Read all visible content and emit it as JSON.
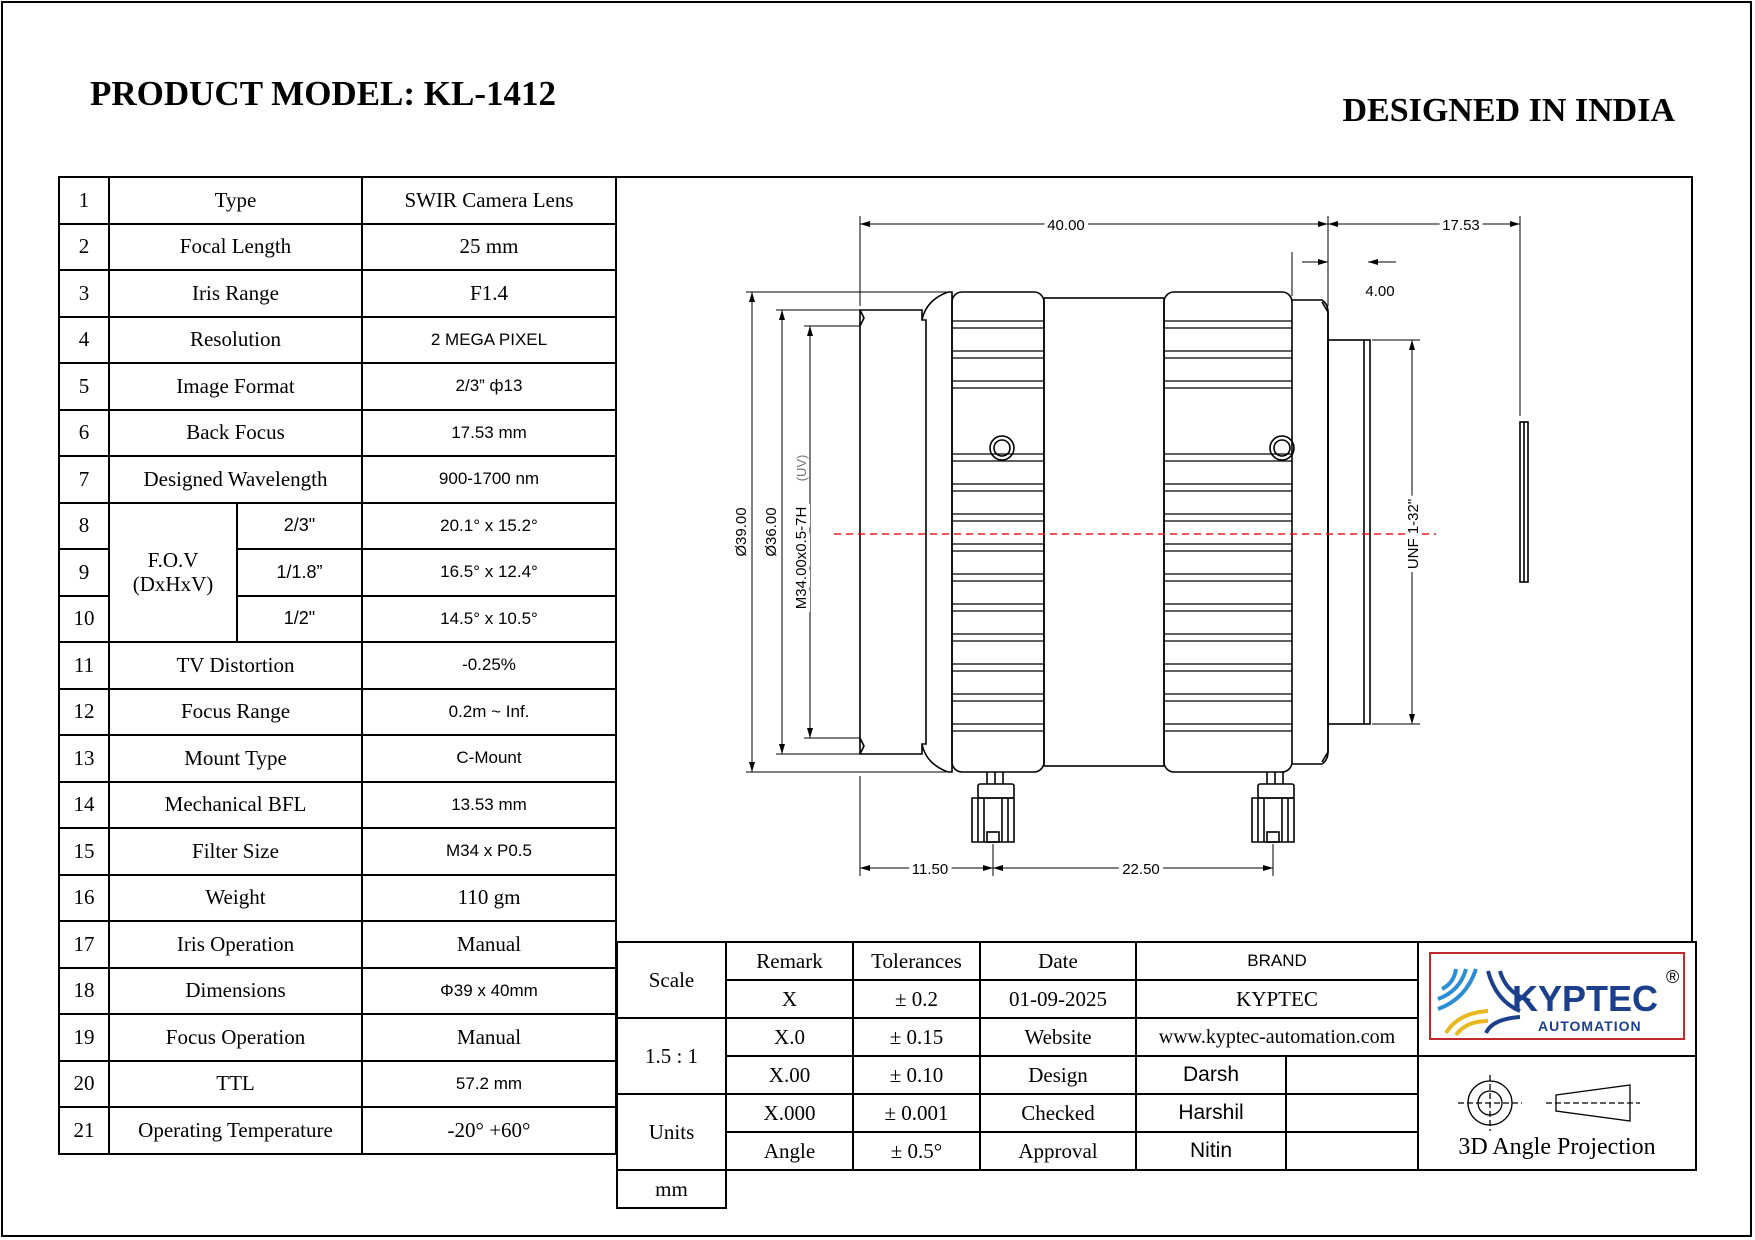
{
  "header": {
    "product_model": "PRODUCT MODEL: KL-1412",
    "designed_in": "DESIGNED IN INDIA"
  },
  "specs": [
    {
      "no": "1",
      "param": "Type",
      "value": "SWIR Camera Lens"
    },
    {
      "no": "2",
      "param": "Focal Length",
      "value": "25 mm"
    },
    {
      "no": "3",
      "param": "Iris Range",
      "value": "F1.4"
    },
    {
      "no": "4",
      "param": "Resolution",
      "value": "2 MEGA PIXEL"
    },
    {
      "no": "5",
      "param": "Image Format",
      "value": "2/3”  ф13"
    },
    {
      "no": "6",
      "param": "Back Focus",
      "value": "17.53 mm"
    },
    {
      "no": "7",
      "param": "Designed Wavelength",
      "value": "900-1700 nm"
    },
    {
      "no": "8",
      "param": "",
      "value": "20.1° x 15.2°"
    },
    {
      "no": "9",
      "param": "",
      "value": "16.5° x 12.4°"
    },
    {
      "no": "10",
      "param": "",
      "value": "14.5° x 10.5°"
    },
    {
      "no": "11",
      "param": "TV  Distortion",
      "value": "-0.25%"
    },
    {
      "no": "12",
      "param": "Focus Range",
      "value": "0.2m ~ Inf."
    },
    {
      "no": "13",
      "param": "Mount Type",
      "value": "C-Mount"
    },
    {
      "no": "14",
      "param": "Mechanical BFL",
      "value": "13.53 mm"
    },
    {
      "no": "15",
      "param": "Filter Size",
      "value": "M34 x P0.5"
    },
    {
      "no": "16",
      "param": "Weight",
      "value": "110 gm"
    },
    {
      "no": "17",
      "param": "Iris Operation",
      "value": "Manual"
    },
    {
      "no": "18",
      "param": "Dimensions",
      "value": "Φ39 x 40mm"
    },
    {
      "no": "19",
      "param": "Focus Operation",
      "value": "Manual"
    },
    {
      "no": "20",
      "param": "TTL",
      "value": "57.2 mm"
    },
    {
      "no": "21",
      "param": "Operating Temperature",
      "value": "-20° +60°"
    }
  ],
  "fov": {
    "label_line1": "F.O.V",
    "label_line2": "(DxHxV)",
    "formats": [
      "2/3\"",
      "1/1.8”",
      "1/2\""
    ]
  },
  "drawing": {
    "dim_length": "40.00",
    "dim_back_focus": "17.53",
    "dim_flange": "4.00",
    "dim_outer_dia": "Ø39.00",
    "dim_inner_dia": "Ø36.00",
    "dim_thread": "M34.00x0.5-7H",
    "dim_thread_note": "(UV)",
    "dim_mount": "UNF 1-32\"",
    "dim_screw1": "11.50",
    "dim_screw2": "22.50"
  },
  "title_block": {
    "scale_label": "Scale",
    "scale_value": "1.5 :  1",
    "units_label": "Units",
    "units_value": "mm",
    "remark_label": "Remark",
    "tolerances_label": "Tolerances",
    "rows": [
      {
        "remark": "X",
        "tol": "± 0.2"
      },
      {
        "remark": "X.0",
        "tol": "± 0.15"
      },
      {
        "remark": "X.00",
        "tol": "± 0.10"
      },
      {
        "remark": "X.000",
        "tol": "± 0.001"
      },
      {
        "remark": "Angle",
        "tol": "± 0.5°"
      }
    ],
    "date_label": "Date",
    "date_value": "01-09-2025",
    "website_label": "Website",
    "brand_label": "BRAND",
    "brand_value": "KYPTEC",
    "website_value": "www.kyptec-automation.com",
    "design_label": "Design",
    "design_value": "Darsh",
    "checked_label": "Checked",
    "checked_value": "Harshil",
    "approval_label": "Approval",
    "approval_value": "Nitin",
    "logo_text": "KYPTEC",
    "logo_sub": "AUTOMATION",
    "logo_reg": "®",
    "projection_label": "3D Angle Projection"
  }
}
